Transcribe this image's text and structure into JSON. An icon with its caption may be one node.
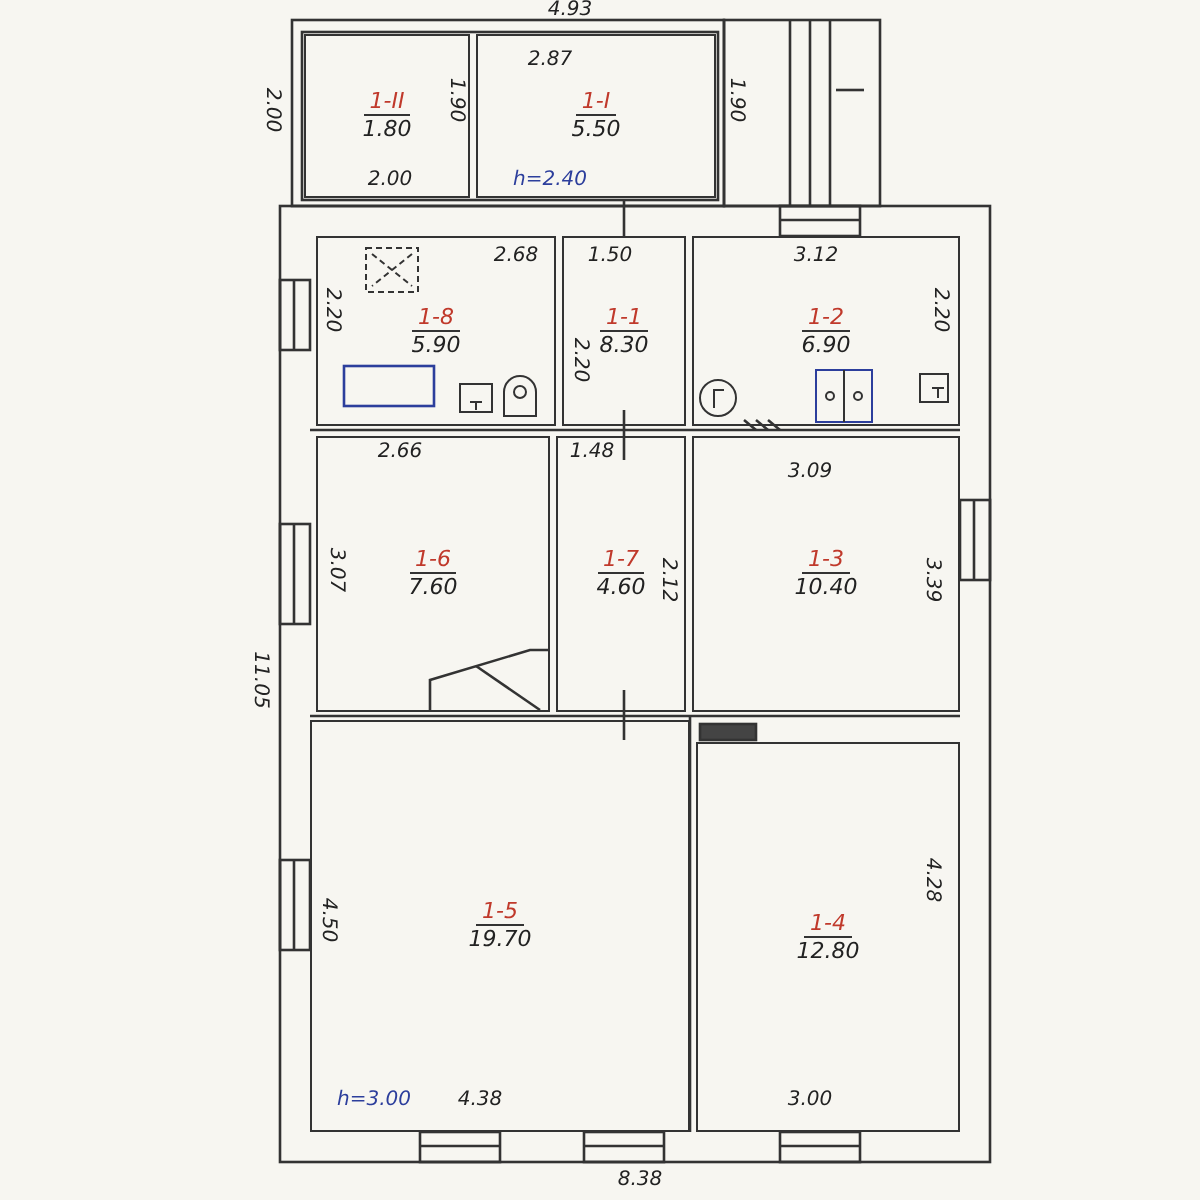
{
  "diagram": {
    "nodes": [
      {
        "text": [
          "1-II",
          "1.80"
        ]
      },
      {
        "text": [
          "1-I",
          "5.50"
        ]
      },
      {
        "text": [
          "1-8",
          "5.90"
        ]
      },
      {
        "text": [
          "1-1",
          "8.30"
        ]
      },
      {
        "text": [
          "1-2",
          "6.90"
        ]
      },
      {
        "text": [
          "1-6",
          "7.60"
        ]
      },
      {
        "text": [
          "1-7",
          "4.60"
        ]
      },
      {
        "text": [
          "1-3",
          "10.40"
        ]
      },
      {
        "text": [
          "1-5",
          "19.70"
        ]
      },
      {
        "text": [
          "1-4",
          "12.80"
        ]
      }
    ],
    "labels": [
      "4.93",
      "2.87",
      "2.00",
      "1.90",
      "1.90",
      "2.00",
      "h=2.40",
      "2.68",
      "1.50",
      "3.12",
      "2.20",
      "2.20",
      "2.20",
      "2.66",
      "1.48",
      "3.09",
      "3.07",
      "2.12",
      "3.39",
      "11.05",
      "4.50",
      "4.28",
      "h=3.00",
      "4.38",
      "3.00",
      "8.38"
    ]
  }
}
